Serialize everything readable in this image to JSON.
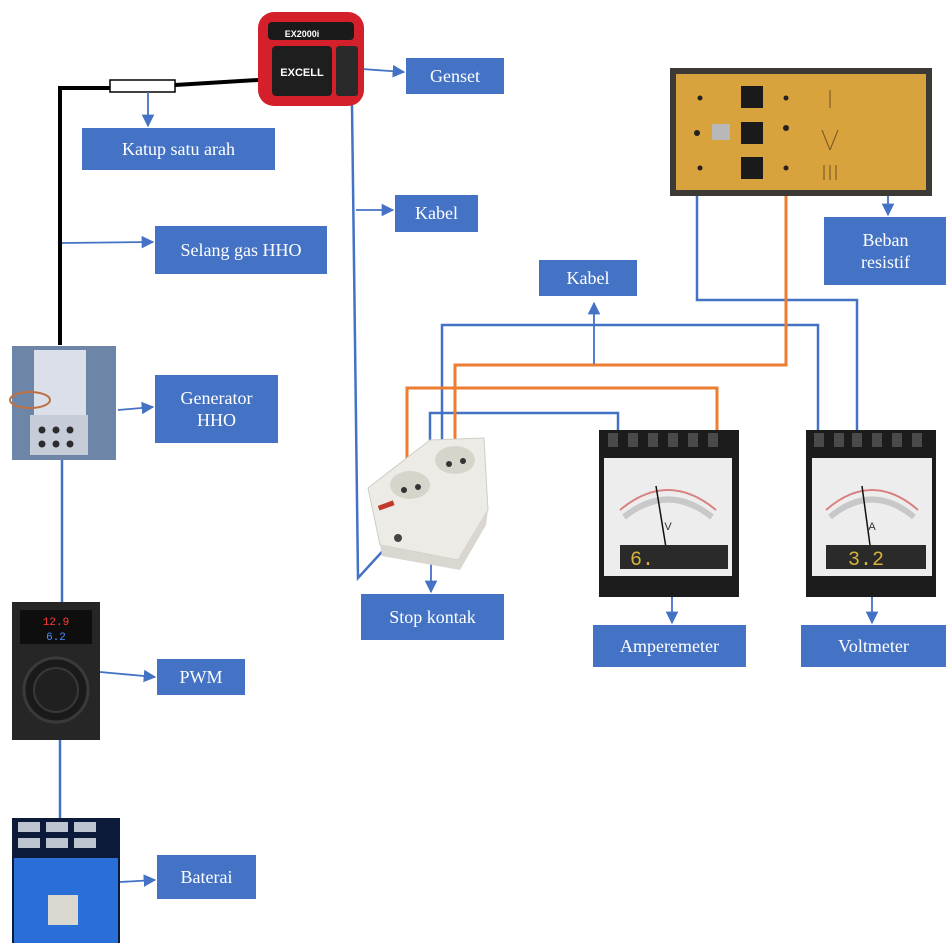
{
  "labels": {
    "genset": "Genset",
    "katup": "Katup satu arah",
    "kabel_top": "Kabel",
    "selang": "Selang gas HHO",
    "generator_line1": "Generator",
    "generator_line2": "HHO",
    "kabel_mid": "Kabel",
    "beban_line1": "Beban",
    "beban_line2": "resistif",
    "stop_kontak": "Stop kontak",
    "amperemeter": "Amperemeter",
    "voltmeter": "Voltmeter",
    "pwm": "PWM",
    "baterai": "Baterai"
  },
  "photos": {
    "genset_brand": "EXCELL",
    "genset_model": "EX2000i",
    "pwm_display_top": "12.9",
    "pwm_display_bottom": "6.2",
    "meter_v_symbol": "V",
    "meter_v_reading": "6.",
    "meter_a_symbol": "A",
    "meter_a_reading": "3.2"
  },
  "colors": {
    "label_bg": "#4472c4",
    "wire_blue": "#4472c4",
    "wire_orange": "#ed7d31",
    "hose": "#000000"
  }
}
